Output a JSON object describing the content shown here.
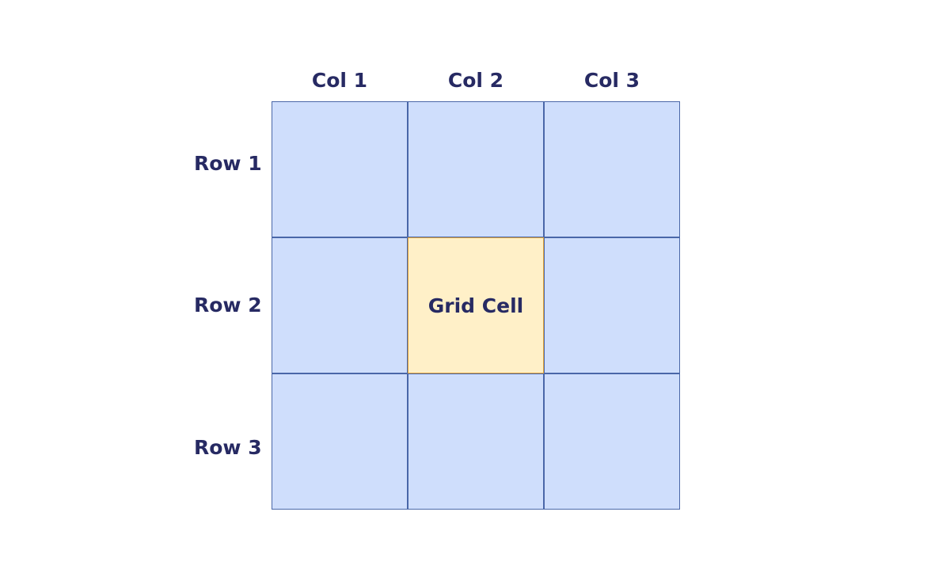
{
  "columns": [
    "Col 1",
    "Col 2",
    "Col 3"
  ],
  "rows": [
    "Row 1",
    "Row 2",
    "Row 3"
  ],
  "highlighted_cell": {
    "row": 2,
    "col": 2,
    "label": "Grid Cell"
  },
  "colors": {
    "label_text": "#272a63",
    "cell_fill": "#cfdefc",
    "cell_border": "#4a67a8",
    "highlight_fill": "#fff0c8",
    "highlight_border": "#e0a23a"
  }
}
